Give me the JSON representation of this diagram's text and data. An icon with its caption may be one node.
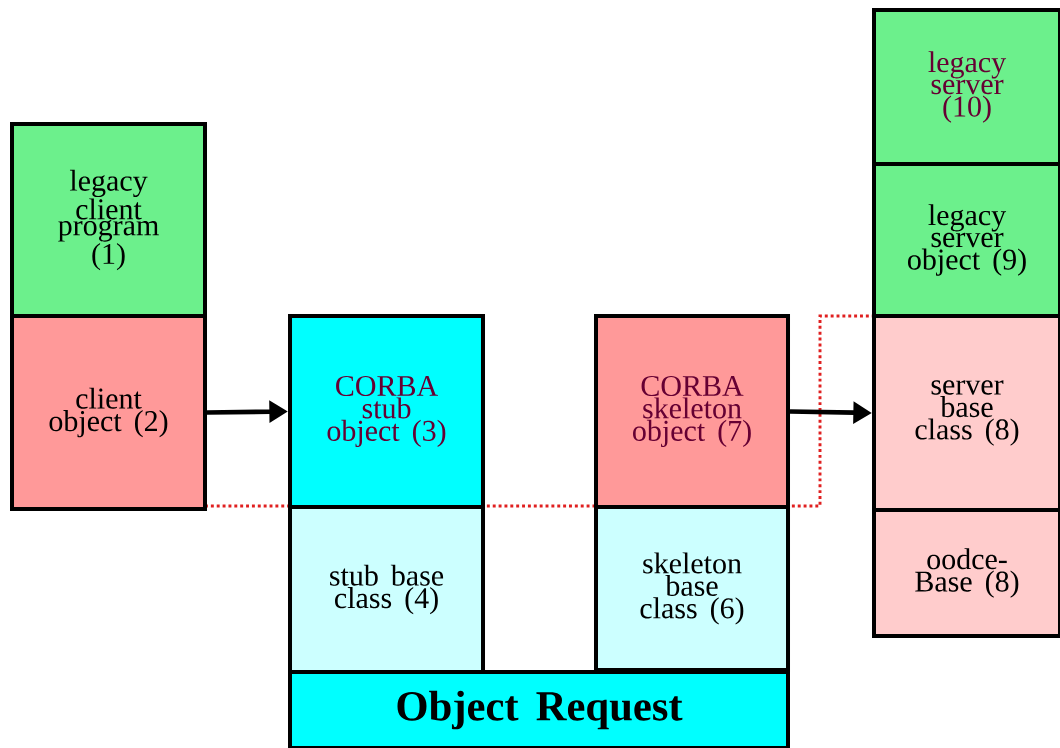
{
  "diagram": {
    "nodes": [
      {
        "text": [
          "legacy client program (1)"
        ]
      },
      {
        "text": [
          "client object (2)"
        ]
      },
      {
        "text": [
          "CORBA stub object (3)"
        ]
      },
      {
        "text": [
          "stub base class (4)"
        ]
      },
      {
        "text": [
          "CORBA skeleton object (7)"
        ]
      },
      {
        "text": [
          "skeleton base class (6)"
        ]
      },
      {
        "text": [
          "legacy server (10)"
        ]
      },
      {
        "text": [
          "legacy server object (9)"
        ]
      },
      {
        "text": [
          "server base class (8)"
        ]
      },
      {
        "text": [
          "oodce- Base (8)"
        ]
      },
      {
        "text": [
          "Object Request"
        ]
      }
    ],
    "edges": [
      {
        "from": 1,
        "to": 2,
        "arrow": "to"
      },
      {
        "from": 4,
        "to": 8,
        "arrow": "to"
      }
    ]
  }
}
